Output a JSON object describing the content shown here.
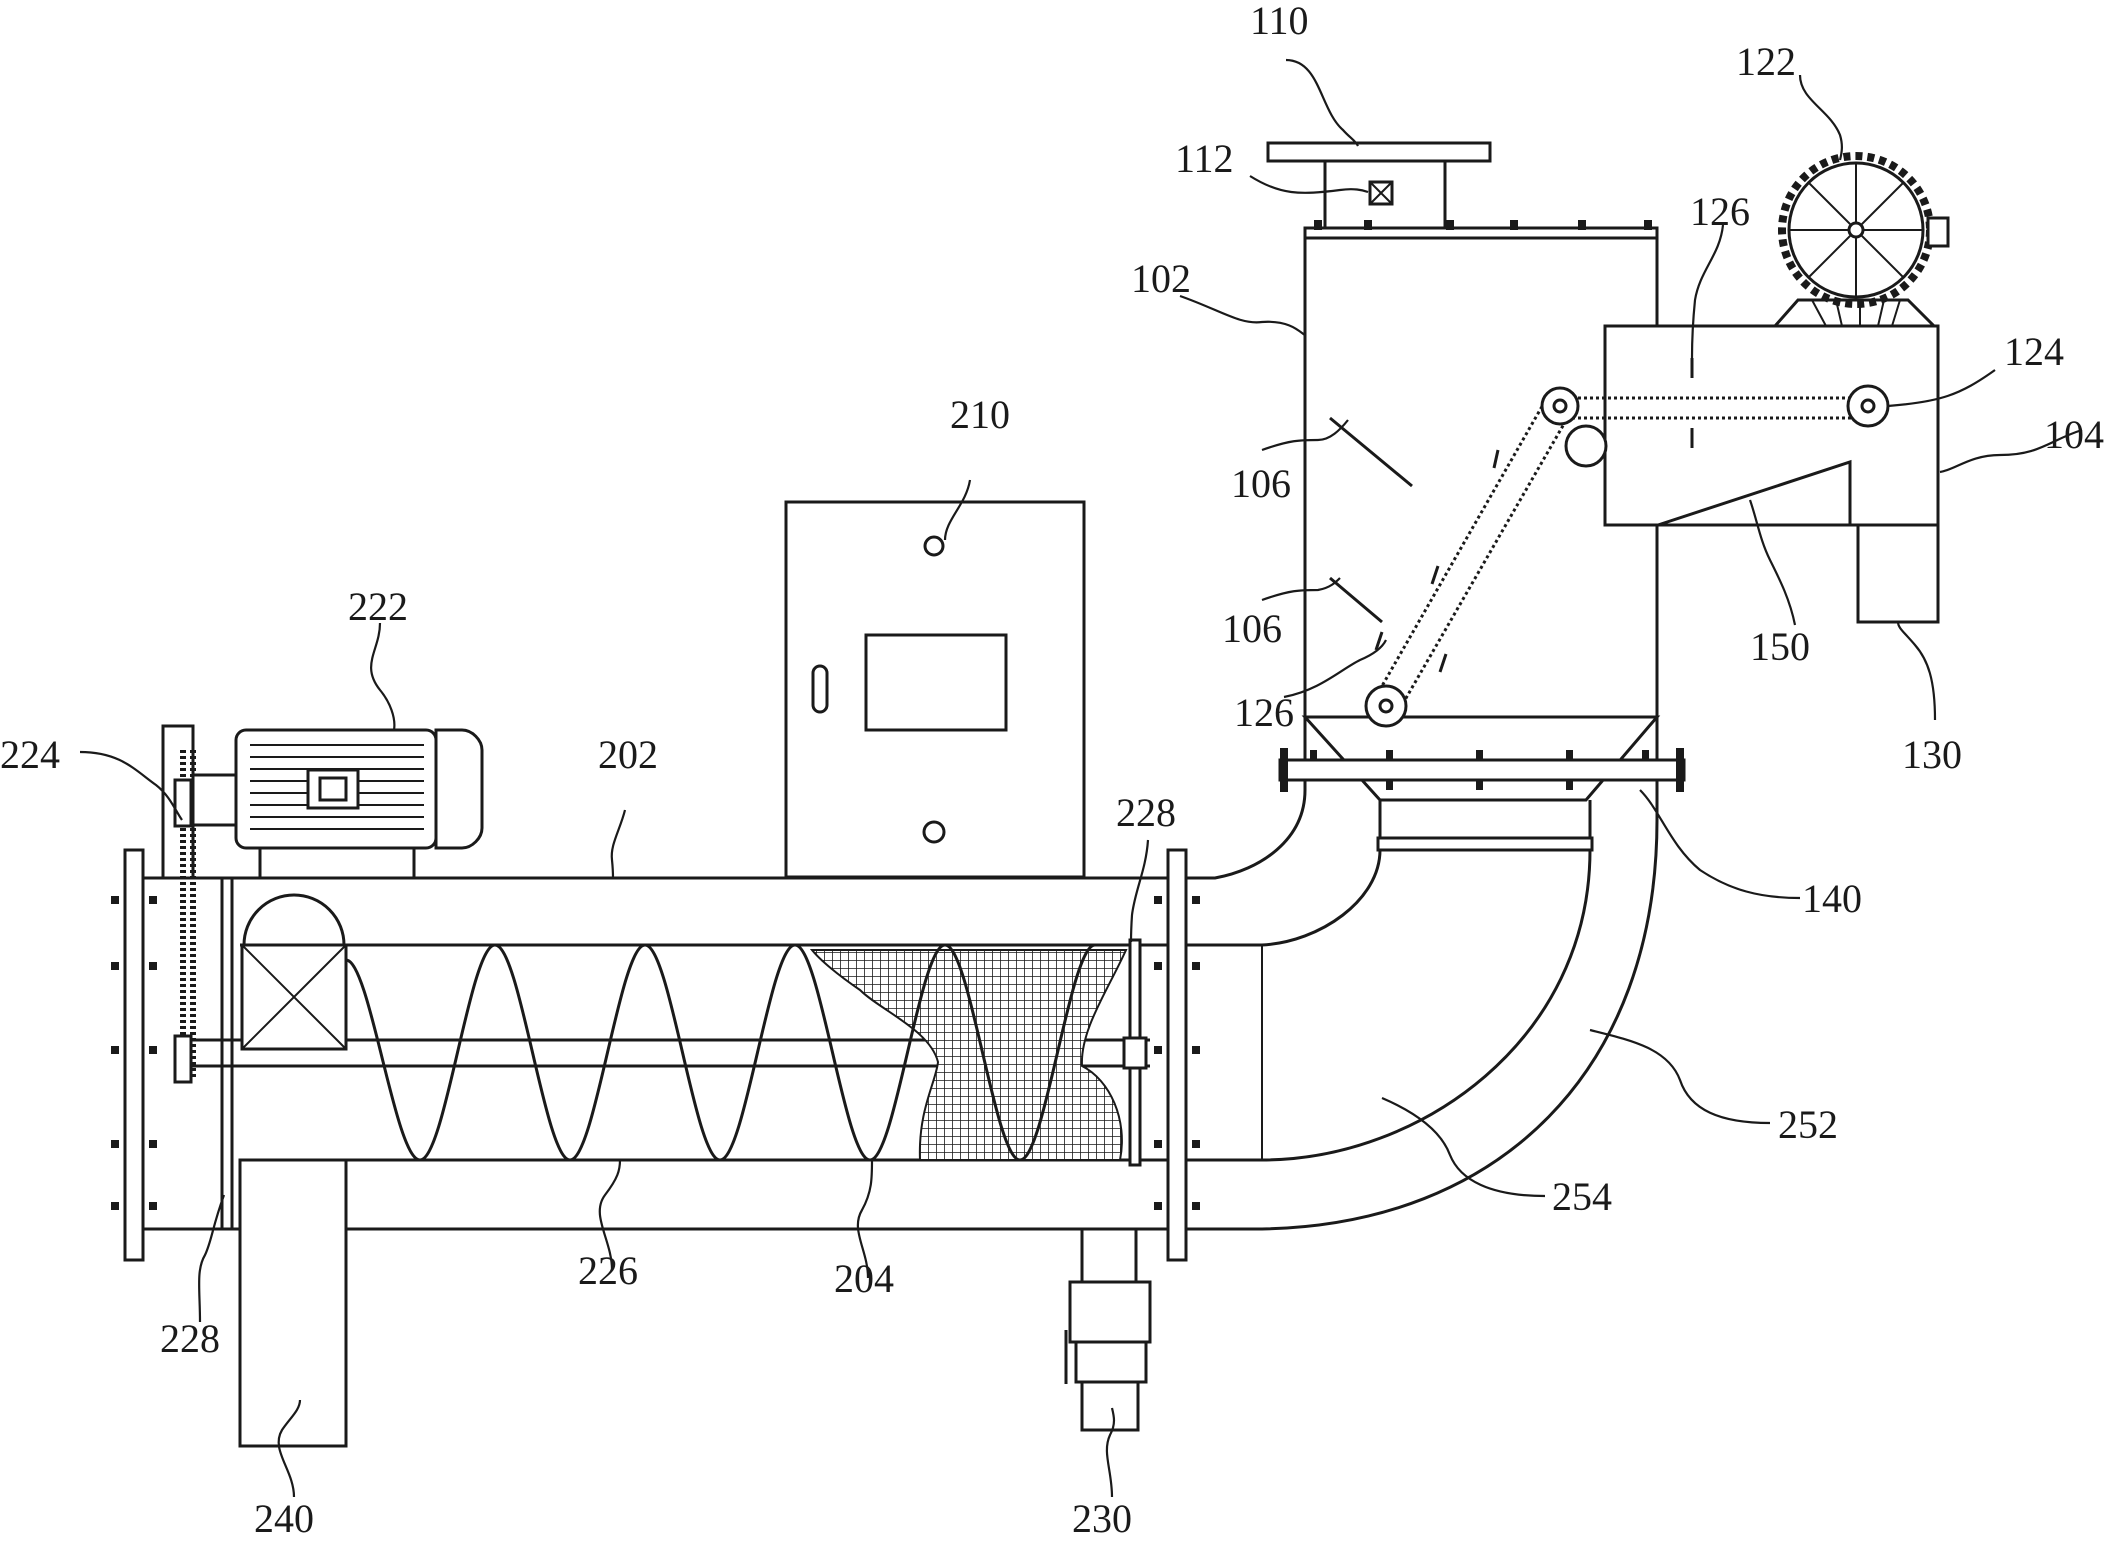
{
  "figure": {
    "labels": {
      "l110": "110",
      "l112": "112",
      "l102": "102",
      "l122": "122",
      "l126a": "126",
      "l124": "124",
      "l104": "104",
      "l106a": "106",
      "l106b": "106",
      "l126b": "126",
      "l150": "150",
      "l130": "130",
      "l140": "140",
      "l210": "210",
      "l222": "222",
      "l224": "224",
      "l202": "202",
      "l228a": "228",
      "l228b": "228",
      "l226": "226",
      "l204": "204",
      "l240": "240",
      "l230": "230",
      "l252": "252",
      "l254": "254"
    }
  }
}
